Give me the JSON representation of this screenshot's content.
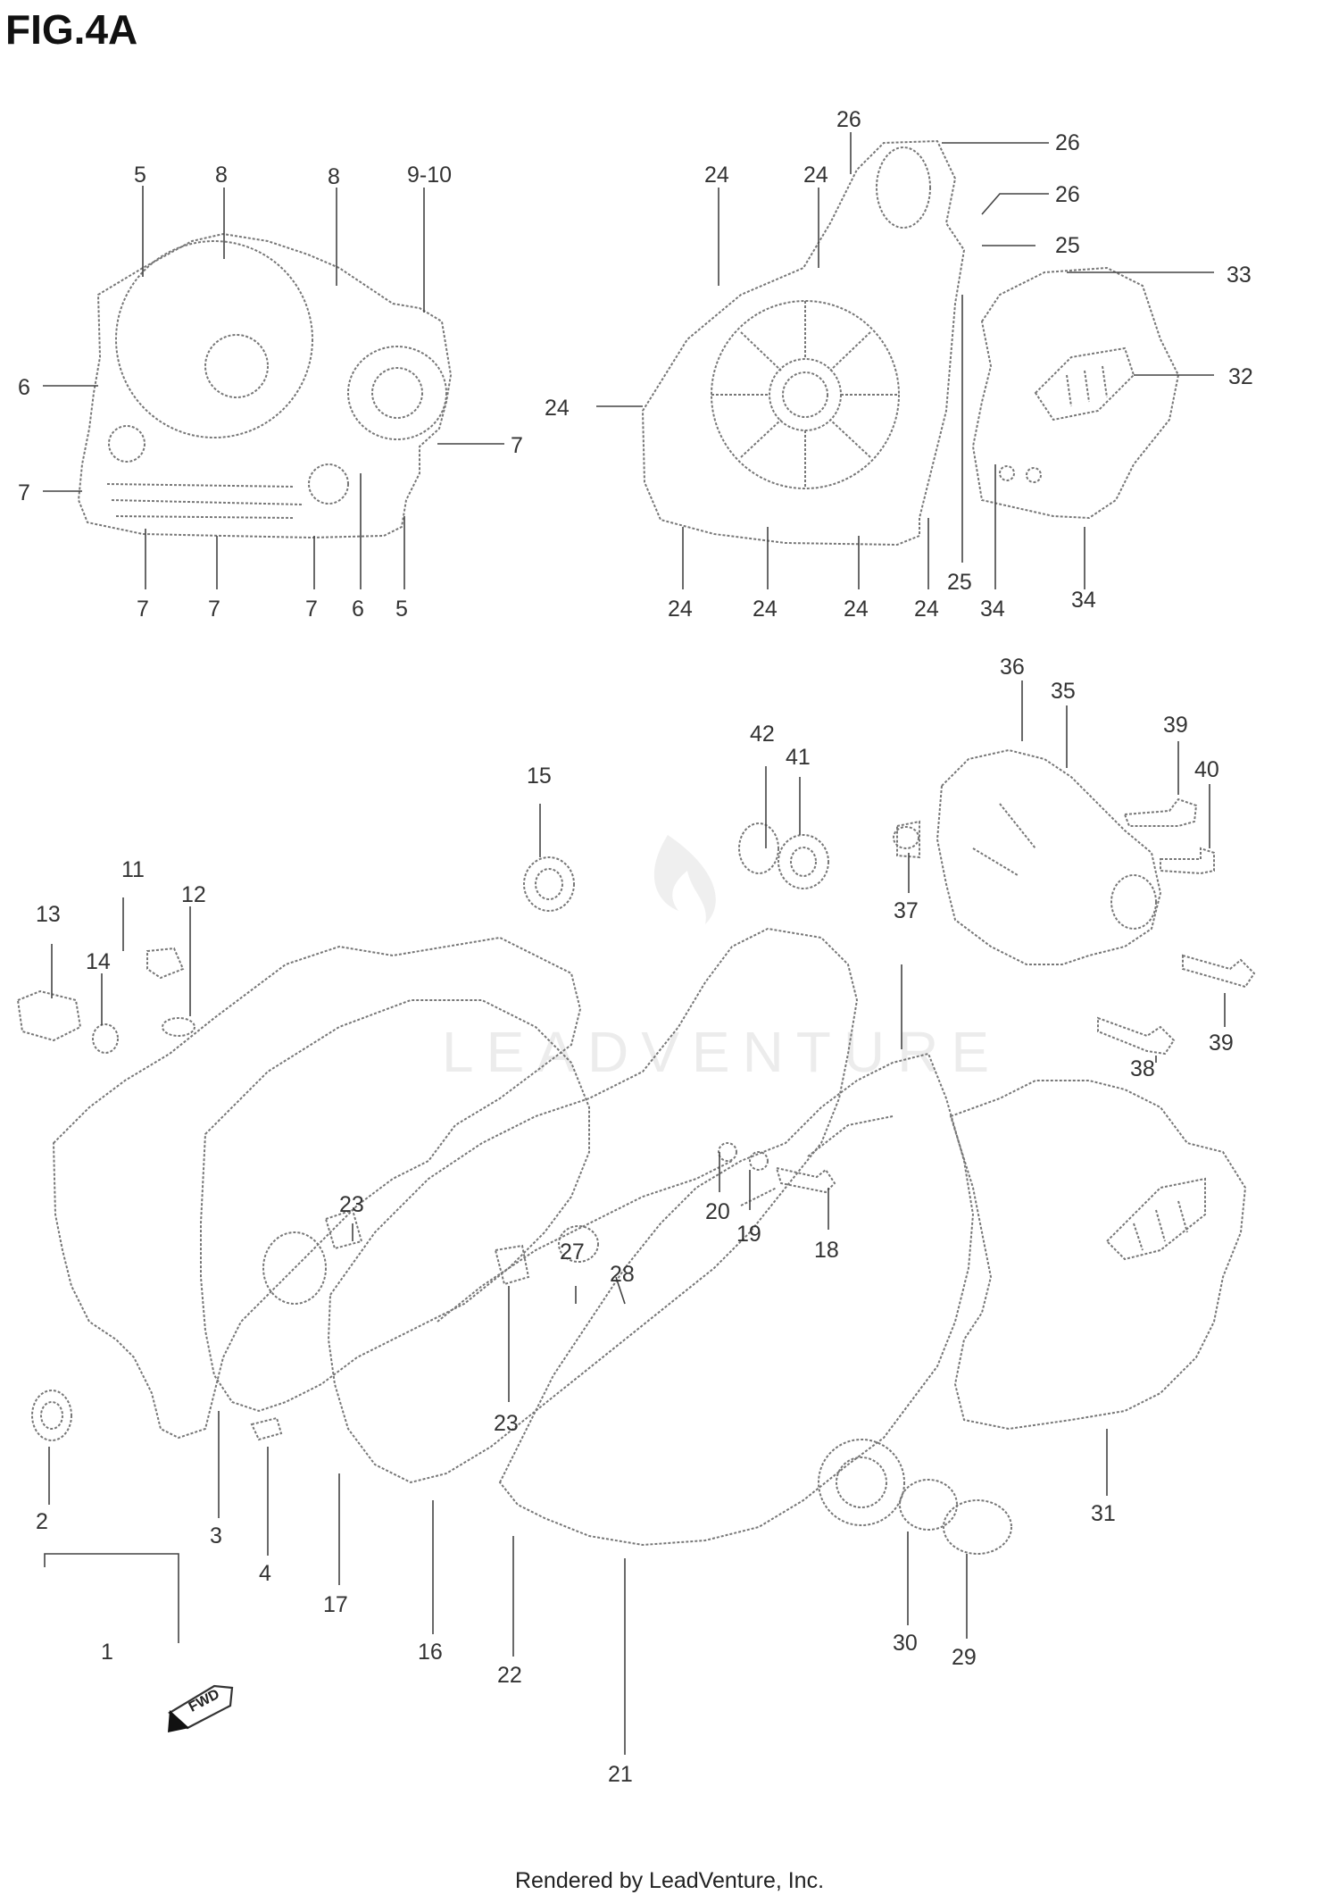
{
  "figure": {
    "title": "FIG.4A"
  },
  "watermark": "LEADVENTURE",
  "fwd_label": "FWD",
  "footer": "Rendered by LeadVenture, Inc.",
  "callouts": [
    {
      "id": "c5a",
      "text": "5"
    },
    {
      "id": "c8a",
      "text": "8"
    },
    {
      "id": "c8b",
      "text": "8"
    },
    {
      "id": "c910",
      "text": "9-10"
    },
    {
      "id": "c6a",
      "text": "6"
    },
    {
      "id": "c7a",
      "text": "7"
    },
    {
      "id": "c7b",
      "text": "7"
    },
    {
      "id": "c7c",
      "text": "7"
    },
    {
      "id": "c7d",
      "text": "7"
    },
    {
      "id": "c7e",
      "text": "7"
    },
    {
      "id": "c6b",
      "text": "6"
    },
    {
      "id": "c5b",
      "text": "5"
    },
    {
      "id": "c26a",
      "text": "26"
    },
    {
      "id": "c26b",
      "text": "26"
    },
    {
      "id": "c26c",
      "text": "26"
    },
    {
      "id": "c24a",
      "text": "24"
    },
    {
      "id": "c24b",
      "text": "24"
    },
    {
      "id": "c25a",
      "text": "25"
    },
    {
      "id": "c33",
      "text": "33"
    },
    {
      "id": "c32",
      "text": "32"
    },
    {
      "id": "c24c",
      "text": "24"
    },
    {
      "id": "c24d",
      "text": "24"
    },
    {
      "id": "c24e",
      "text": "24"
    },
    {
      "id": "c24f",
      "text": "24"
    },
    {
      "id": "c24g",
      "text": "24"
    },
    {
      "id": "c25b",
      "text": "25"
    },
    {
      "id": "c34a",
      "text": "34"
    },
    {
      "id": "c34b",
      "text": "34"
    },
    {
      "id": "c36",
      "text": "36"
    },
    {
      "id": "c35",
      "text": "35"
    },
    {
      "id": "c39a",
      "text": "39"
    },
    {
      "id": "c40",
      "text": "40"
    },
    {
      "id": "c42",
      "text": "42"
    },
    {
      "id": "c41",
      "text": "41"
    },
    {
      "id": "c15",
      "text": "15"
    },
    {
      "id": "c37",
      "text": "37"
    },
    {
      "id": "c38",
      "text": "38"
    },
    {
      "id": "c39b",
      "text": "39"
    },
    {
      "id": "c11",
      "text": "11"
    },
    {
      "id": "c13",
      "text": "13"
    },
    {
      "id": "c12",
      "text": "12"
    },
    {
      "id": "c14",
      "text": "14"
    },
    {
      "id": "c23a",
      "text": "23"
    },
    {
      "id": "c20",
      "text": "20"
    },
    {
      "id": "c19",
      "text": "19"
    },
    {
      "id": "c18",
      "text": "18"
    },
    {
      "id": "c27",
      "text": "27"
    },
    {
      "id": "c28",
      "text": "28"
    },
    {
      "id": "c23b",
      "text": "23"
    },
    {
      "id": "c2",
      "text": "2"
    },
    {
      "id": "c3",
      "text": "3"
    },
    {
      "id": "c4",
      "text": "4"
    },
    {
      "id": "c17",
      "text": "17"
    },
    {
      "id": "c16",
      "text": "16"
    },
    {
      "id": "c1",
      "text": "1"
    },
    {
      "id": "c22",
      "text": "22"
    },
    {
      "id": "c21",
      "text": "21"
    },
    {
      "id": "c30",
      "text": "30"
    },
    {
      "id": "c29",
      "text": "29"
    },
    {
      "id": "c31",
      "text": "31"
    }
  ]
}
